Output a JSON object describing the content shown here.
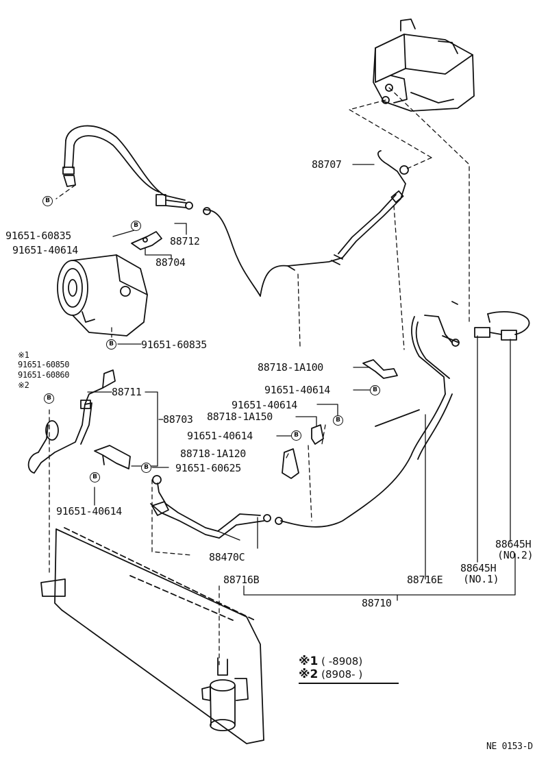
{
  "labels": {
    "p88707": "88707",
    "p91651_60835_top": "91651-60835",
    "p91651_40614_top": "91651-40614",
    "p88712": "88712",
    "p88704": "88704",
    "p91651_60835_mid": "91651-60835",
    "star1_a": "※1",
    "p91651_60850": "91651-60850",
    "p91651_60860": "91651-60860",
    "star2_a": "※2",
    "p88711": "88711",
    "p88703": "88703",
    "p88718_1a100": "88718-1A100",
    "p91651_40614_r1": "91651-40614",
    "p91651_40614_r2": "91651-40614",
    "p88718_1a150": "88718-1A150",
    "p91651_40614_r3": "91651-40614",
    "p88718_1a120": "88718-1A120",
    "p91651_60625": "91651-60625",
    "p91651_40614_left": "91651-40614",
    "p88470c": "88470C",
    "p88716b": "88716B",
    "p88716e": "88716E",
    "p88645h_1": "88645H",
    "no1": "(NO.1)",
    "p88645h_2": "88645H",
    "no2": "(NO.2)",
    "p88710": "88710",
    "badge_letter": "B"
  },
  "notes": {
    "mark1": "※1",
    "range1": "(      -8908)",
    "mark2": "※2",
    "range2": "(8908-      )"
  },
  "footer": {
    "code": "NE  0153-D"
  }
}
